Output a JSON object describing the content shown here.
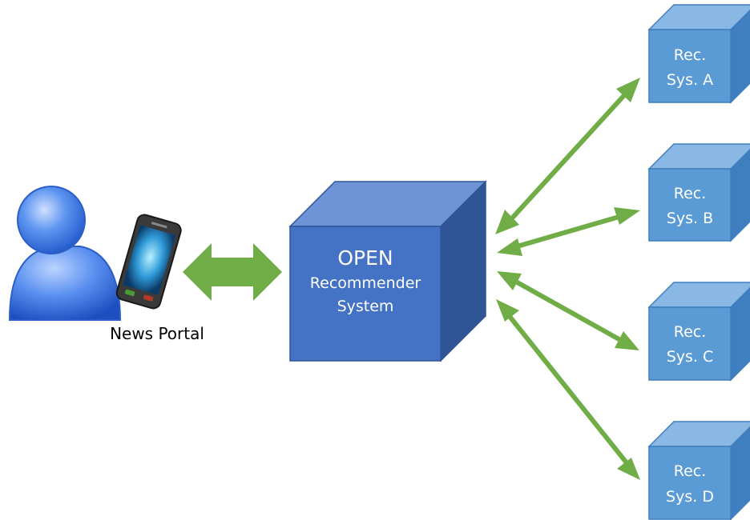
{
  "colors": {
    "arrow": "#70ad47",
    "cube_front": "#4472c4",
    "cube_top": "#6e93d6",
    "cube_side": "#2f5597",
    "small_cube_front": "#5b9bd5",
    "small_cube_top": "#8ab8e4",
    "small_cube_side": "#3f7fbf",
    "user_icon": "#4a86e8"
  },
  "portal": {
    "label": "News Portal",
    "user_icon": "user-icon",
    "device_icon": "smartphone-icon"
  },
  "main_system": {
    "title": "OPEN",
    "line2": "Recommender",
    "line3": "System"
  },
  "rec_systems": [
    {
      "line1": "Rec.",
      "line2": "Sys. A"
    },
    {
      "line1": "Rec.",
      "line2": "Sys. B"
    },
    {
      "line1": "Rec.",
      "line2": "Sys. C"
    },
    {
      "line1": "Rec.",
      "line2": "Sys. D"
    }
  ]
}
